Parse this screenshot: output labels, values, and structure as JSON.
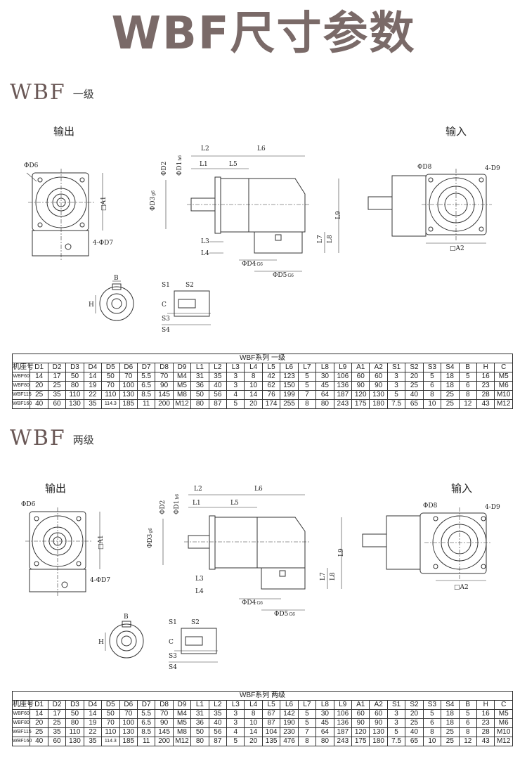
{
  "page_title": "WBF尺寸参数",
  "sections": [
    {
      "name": "WBF",
      "stage": "一级",
      "output_label": "输出",
      "input_label": "输入",
      "table": {
        "caption": "WBF系列 一级",
        "headers": [
          "机座号",
          "D1",
          "D2",
          "D3",
          "D4",
          "D5",
          "D6",
          "D7",
          "D8",
          "D9",
          "L1",
          "L2",
          "L3",
          "L4",
          "L5",
          "L6",
          "L7",
          "L8",
          "L9",
          "A1",
          "A2",
          "S1",
          "S2",
          "S3",
          "S4",
          "B",
          "H",
          "C"
        ],
        "rows": [
          [
            "WBF60",
            "14",
            "17",
            "50",
            "14",
            "50",
            "70",
            "5.5",
            "70",
            "M4",
            "31",
            "35",
            "3",
            "8",
            "42",
            "123",
            "5",
            "30",
            "106",
            "60",
            "60",
            "3",
            "20",
            "5",
            "18",
            "5",
            "16",
            "M5"
          ],
          [
            "WBF80",
            "20",
            "25",
            "80",
            "19",
            "70",
            "100",
            "6.5",
            "90",
            "M5",
            "36",
            "40",
            "3",
            "10",
            "62",
            "150",
            "5",
            "45",
            "136",
            "90",
            "90",
            "3",
            "25",
            "6",
            "18",
            "6",
            "23",
            "M6"
          ],
          [
            "WBF115",
            "25",
            "35",
            "110",
            "22",
            "110",
            "130",
            "8.5",
            "145",
            "M8",
            "50",
            "56",
            "4",
            "14",
            "76",
            "199",
            "7",
            "64",
            "187",
            "120",
            "130",
            "5",
            "40",
            "8",
            "25",
            "8",
            "28",
            "M10"
          ],
          [
            "WBF160",
            "40",
            "60",
            "130",
            "35",
            "114.3",
            "185",
            "11",
            "200",
            "M12",
            "80",
            "87",
            "5",
            "20",
            "174",
            "255",
            "8",
            "80",
            "243",
            "175",
            "180",
            "7.5",
            "65",
            "10",
            "25",
            "12",
            "43",
            "M12"
          ]
        ]
      }
    },
    {
      "name": "WBF",
      "stage": "两级",
      "output_label": "输出",
      "input_label": "输入",
      "table": {
        "caption": "WBF系列 两级",
        "headers": [
          "机座号",
          "D1",
          "D2",
          "D3",
          "D4",
          "D5",
          "D6",
          "D7",
          "D8",
          "D9",
          "L1",
          "L2",
          "L3",
          "L4",
          "L5",
          "L6",
          "L7",
          "L8",
          "L9",
          "A1",
          "A2",
          "S1",
          "S2",
          "S3",
          "S4",
          "B",
          "H",
          "C"
        ],
        "rows": [
          [
            "WBF60",
            "14",
            "17",
            "50",
            "14",
            "50",
            "70",
            "5.5",
            "70",
            "M4",
            "31",
            "35",
            "3",
            "8",
            "67",
            "142",
            "5",
            "30",
            "106",
            "60",
            "60",
            "3",
            "20",
            "5",
            "18",
            "5",
            "16",
            "M5"
          ],
          [
            "WBF80",
            "20",
            "25",
            "80",
            "19",
            "70",
            "100",
            "6.5",
            "90",
            "M5",
            "36",
            "40",
            "3",
            "10",
            "87",
            "190",
            "5",
            "45",
            "136",
            "90",
            "90",
            "3",
            "25",
            "6",
            "18",
            "6",
            "23",
            "M6"
          ],
          [
            "WBF115",
            "25",
            "35",
            "110",
            "22",
            "110",
            "130",
            "8.5",
            "145",
            "M8",
            "50",
            "56",
            "4",
            "14",
            "104",
            "230",
            "7",
            "64",
            "187",
            "120",
            "130",
            "5",
            "40",
            "8",
            "25",
            "8",
            "28",
            "M10"
          ],
          [
            "WBF160",
            "40",
            "60",
            "130",
            "35",
            "114.3",
            "185",
            "11",
            "200",
            "M12",
            "80",
            "87",
            "5",
            "20",
            "135",
            "476",
            "8",
            "80",
            "243",
            "175",
            "180",
            "7.5",
            "65",
            "10",
            "25",
            "12",
            "43",
            "M12"
          ]
        ]
      }
    }
  ],
  "dimension_labels": {
    "d6": "ΦD6",
    "a1": "□A1",
    "d7": "4-ΦD7",
    "d2": "ΦD2",
    "d1": "ΦD1",
    "d1_tol": "h6",
    "d3": "ΦD3",
    "d3_tol": "g6",
    "l1": "L1",
    "l2": "L2",
    "l3": "L3",
    "l4": "L4",
    "l5": "L5",
    "l6": "L6",
    "l7": "L7",
    "l8": "L8",
    "l9": "L9",
    "d4": "ΦD4",
    "d4_tol": "G6",
    "d5": "ΦD5",
    "d5_tol": "G6",
    "d8": "ΦD8",
    "d9": "4-D9",
    "a2": "□A2",
    "b": "B",
    "h": "H",
    "c": "C",
    "s1": "S1",
    "s2": "S2",
    "s3": "S3",
    "s4": "S4"
  }
}
